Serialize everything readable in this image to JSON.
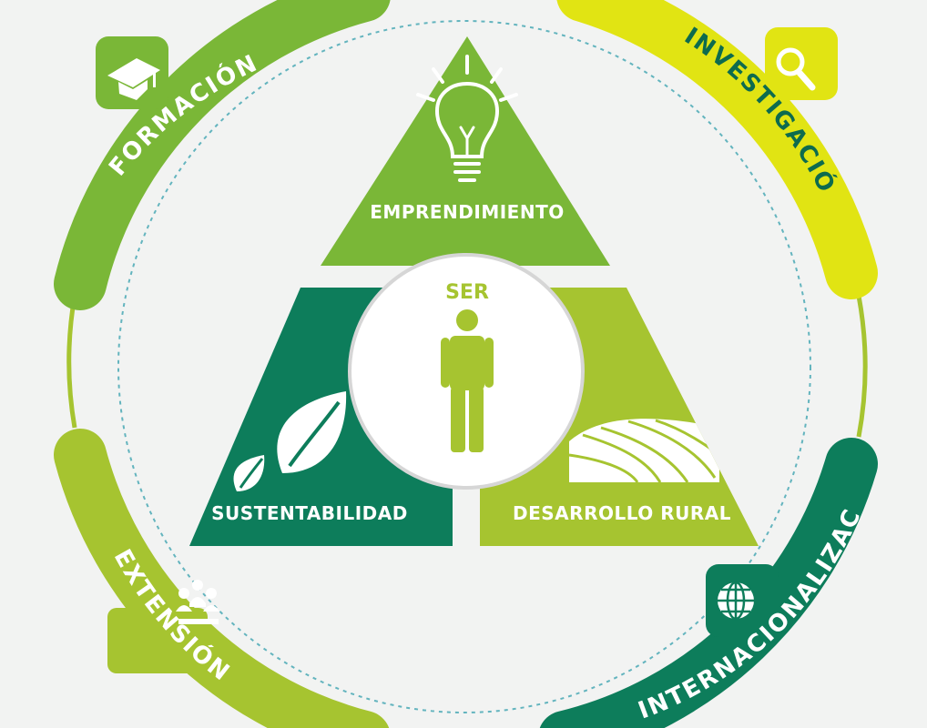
{
  "colors": {
    "background": "#f2f3f2",
    "formacion": "#7ab737",
    "investigacion": "#e1e413",
    "extension": "#a6c430",
    "internacionalizacion": "#0d7d5b",
    "emprendimiento": "#7ab737",
    "sustentabilidad": "#0d7d5b",
    "desarrollo_rural": "#a6c430",
    "ser_figure": "#a6c430",
    "dashed_ring": "#63b4be",
    "text_light": "#ffffff",
    "text_dark": "#0d6b4e"
  },
  "outer_ring": {
    "formacion": {
      "label": "FORMACIÓN",
      "icon": "graduation-cap-icon"
    },
    "investigacion": {
      "label": "INVESTIGACIÓN",
      "icon": "magnifier-icon"
    },
    "extension": {
      "label": "EXTENSIÓN",
      "icon": "people-group-icon"
    },
    "internacionalizacion": {
      "label": "INTERNACIONALIZACIÓN",
      "icon": "globe-icon"
    }
  },
  "triangle": {
    "top": {
      "label": "EMPRENDIMIENTO",
      "icon": "light-bulb-icon"
    },
    "left": {
      "label": "SUSTENTABILIDAD",
      "icon": "leaf-icon"
    },
    "right": {
      "label": "DESARROLLO RURAL",
      "icon": "farm-fields-icon"
    }
  },
  "center": {
    "label": "SER",
    "icon": "person-icon"
  }
}
